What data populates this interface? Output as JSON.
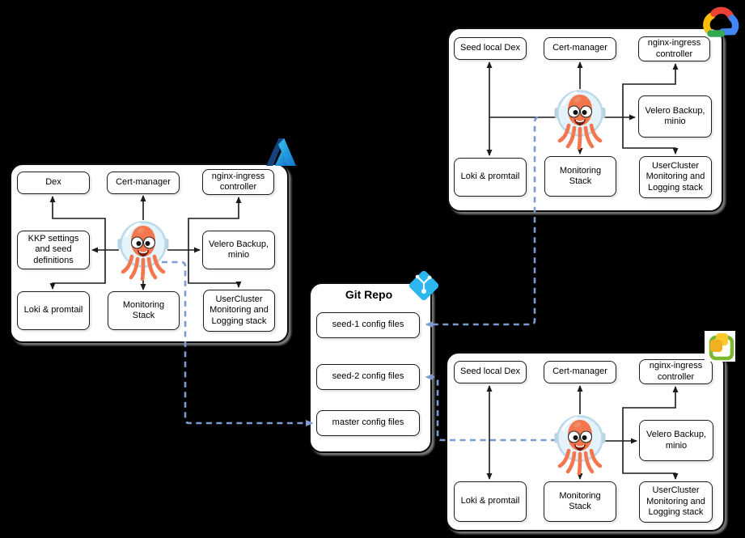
{
  "git_repo": {
    "title": "Git Repo",
    "seed1": "seed-1 config files",
    "seed2": "seed-2 config files",
    "master": "master config files"
  },
  "azure_cluster": {
    "dex": "Dex",
    "cert_manager": "Cert-manager",
    "nginx": "nginx-ingress controller",
    "kkp": "KKP settings and seed definitions",
    "velero": "Velero Backup, minio",
    "loki": "Loki & promtail",
    "monitoring": "Monitoring Stack",
    "usercluster": "UserCluster Monitoring and Logging stack"
  },
  "gcp_cluster": {
    "seed_dex": "Seed local Dex",
    "cert_manager": "Cert-manager",
    "nginx": "nginx-ingress controller",
    "velero": "Velero Backup, minio",
    "loki": "Loki & promtail",
    "monitoring": "Monitoring Stack",
    "usercluster": "UserCluster Monitoring and Logging stack"
  },
  "vsphere_cluster": {
    "seed_dex": "Seed local Dex",
    "cert_manager": "Cert-manager",
    "nginx": "nginx-ingress controller",
    "velero": "Velero Backup, minio",
    "loki": "Loki & promtail",
    "monitoring": "Monitoring Stack",
    "usercluster": "UserCluster Monitoring and Logging stack"
  },
  "icons": {
    "azure": "azure-logo",
    "gcp": "google-cloud-logo",
    "vsphere": "vsphere-logo",
    "git": "git-logo",
    "mascot": "kubermatic-octopus"
  },
  "colors": {
    "background": "#000000",
    "panel": "#ffffff",
    "solid_line": "#1a1a1a",
    "gitops_dashed": "#7c9cd1",
    "octopus_orange": "#f4764e",
    "bubble_blue": "#e4f2fa",
    "git_icon_cyan": "#2cb7ee"
  }
}
